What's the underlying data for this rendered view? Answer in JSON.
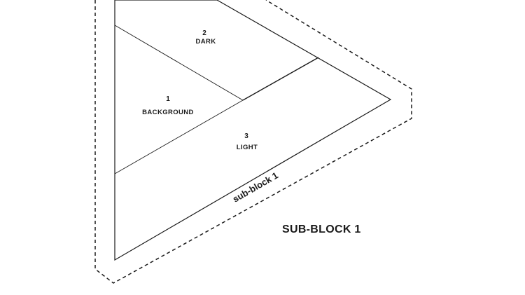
{
  "pieces": [
    {
      "number": "1",
      "label": "BACKGROUND"
    },
    {
      "number": "2",
      "label": "DARK"
    },
    {
      "number": "3",
      "label": "LIGHT"
    }
  ],
  "edge_label": "sub-block 1",
  "block_title": "SUB-BLOCK 1",
  "colors": {
    "line": "#1a1a1a",
    "background": "#ffffff"
  }
}
